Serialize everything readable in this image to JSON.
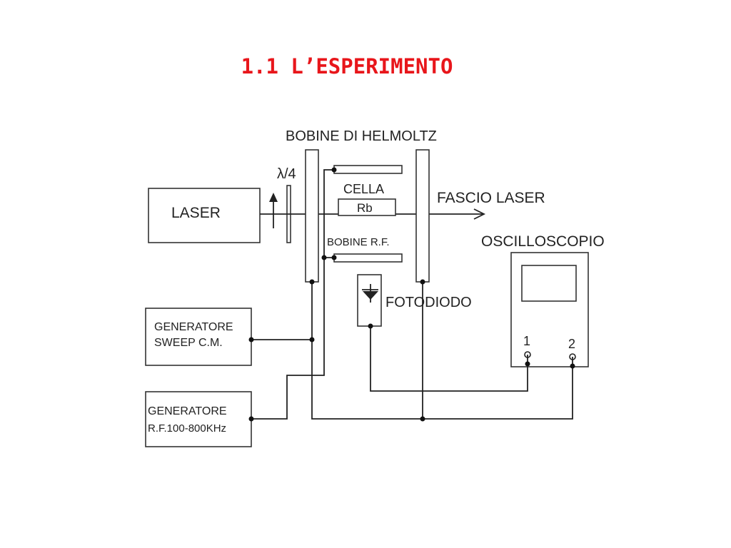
{
  "slide": {
    "title": "1.1 L’ESPERIMENTO",
    "title_color": "#e8161b"
  },
  "diagram": {
    "labels": {
      "helmholtz": "BOBINE DI HELMOLTZ",
      "waveplate": "λ/4",
      "cell_top": "CELLA",
      "cell_inner": "Rb",
      "beam": "FASCIO LASER",
      "laser": "LASER",
      "rf_coils": "BOBINE R.F.",
      "oscilloscope": "OSCILLOSCOPIO",
      "photodiode": "FOTODIODO",
      "sweep_line1": "GENERATORE",
      "sweep_line2": "SWEEP C.M.",
      "rf_gen_line1": "GENERATORE",
      "rf_gen_line2": "R.F.100-800KHz",
      "channel1": "1",
      "channel2": "2"
    }
  }
}
